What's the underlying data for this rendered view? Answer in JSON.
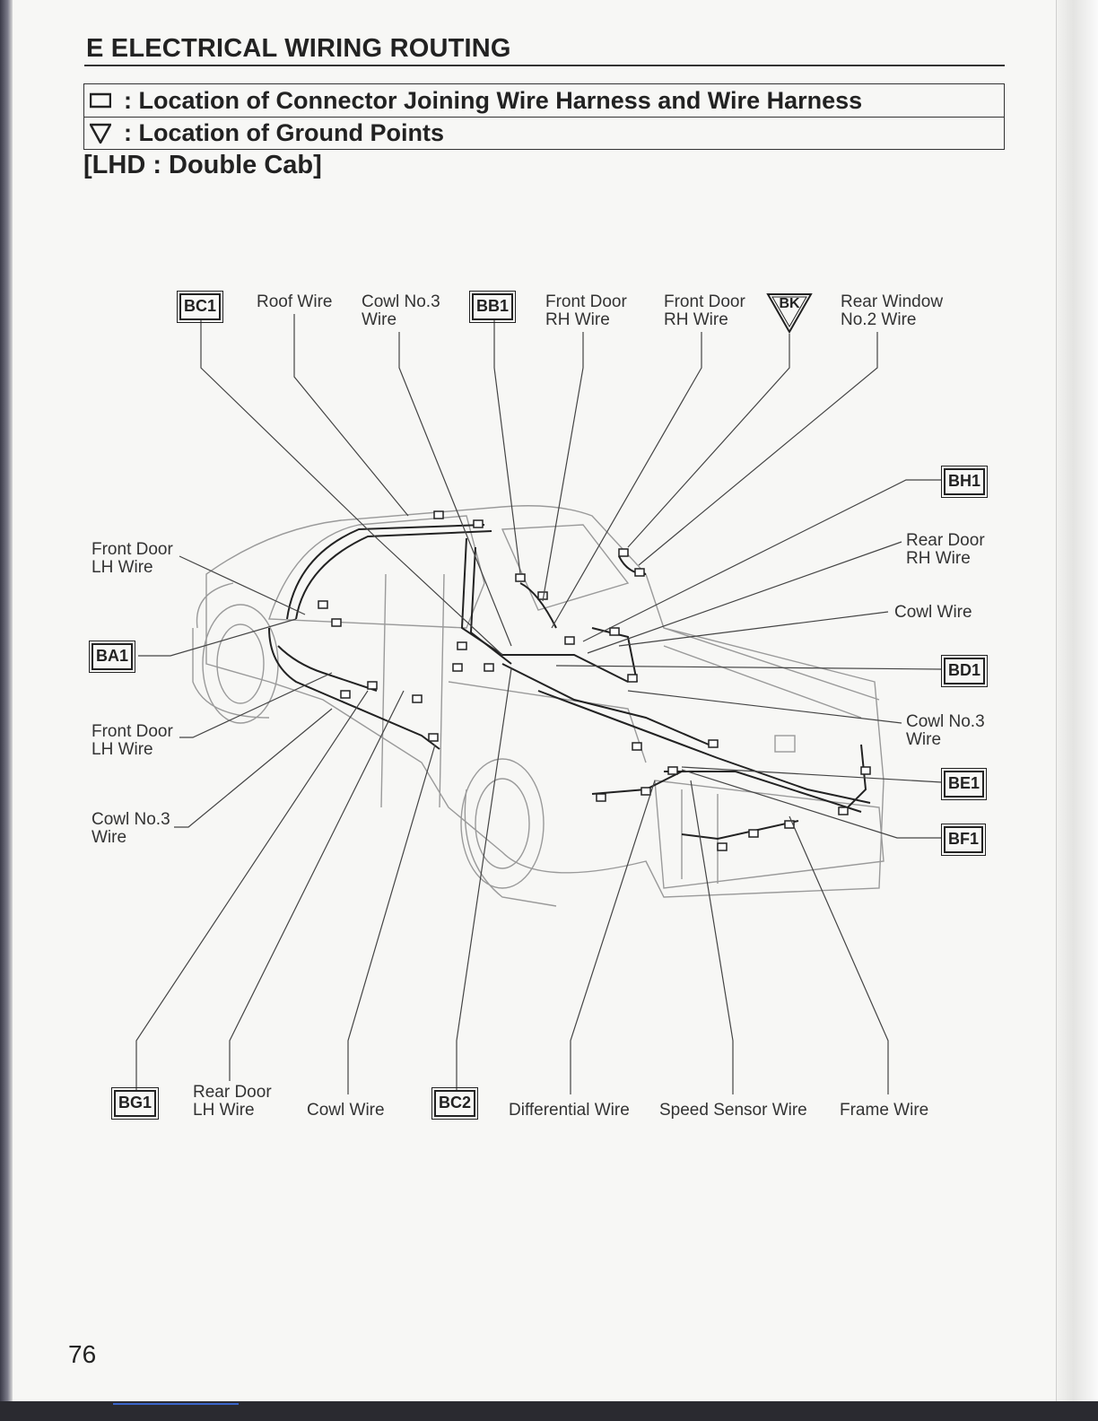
{
  "header": {
    "title": "E ELECTRICAL WIRING ROUTING",
    "subtitle": "[LHD : Double Cab]"
  },
  "legend": {
    "connector_icon": "square-icon",
    "connector_text": ": Location of Connector Joining Wire Harness and Wire Harness",
    "ground_icon": "triangle-icon",
    "ground_text": ": Location of Ground Points"
  },
  "diagram": {
    "codes": {
      "bc1": "BC1",
      "bb1": "BB1",
      "bk": "BK",
      "bh1": "BH1",
      "ba1": "BA1",
      "bd1": "BD1",
      "be1": "BE1",
      "bf1": "BF1",
      "bg1": "BG1",
      "bc2": "BC2"
    },
    "labels": {
      "roof_wire": "Roof Wire",
      "cowl3_top_1": "Cowl No.3",
      "cowl3_top_2": "Wire",
      "fd_rh_a_1": "Front Door",
      "fd_rh_a_2": "RH Wire",
      "fd_rh_b_1": "Front Door",
      "fd_rh_b_2": "RH Wire",
      "rear_window_1": "Rear Window",
      "rear_window_2": "No.2 Wire",
      "fd_lh_top_1": "Front Door",
      "fd_lh_top_2": "LH Wire",
      "rear_door_rh_1": "Rear Door",
      "rear_door_rh_2": "RH Wire",
      "cowl_wire_right": "Cowl Wire",
      "fd_lh_mid_1": "Front Door",
      "fd_lh_mid_2": "LH Wire",
      "cowl3_right_1": "Cowl No.3",
      "cowl3_right_2": "Wire",
      "cowl3_left_1": "Cowl No.3",
      "cowl3_left_2": "Wire",
      "rear_door_lh_1": "Rear Door",
      "rear_door_lh_2": "LH Wire",
      "cowl_wire_bottom": "Cowl Wire",
      "differential_wire": "Differential Wire",
      "speed_sensor_wire": "Speed Sensor Wire",
      "frame_wire": "Frame Wire"
    }
  },
  "page_number": "76"
}
